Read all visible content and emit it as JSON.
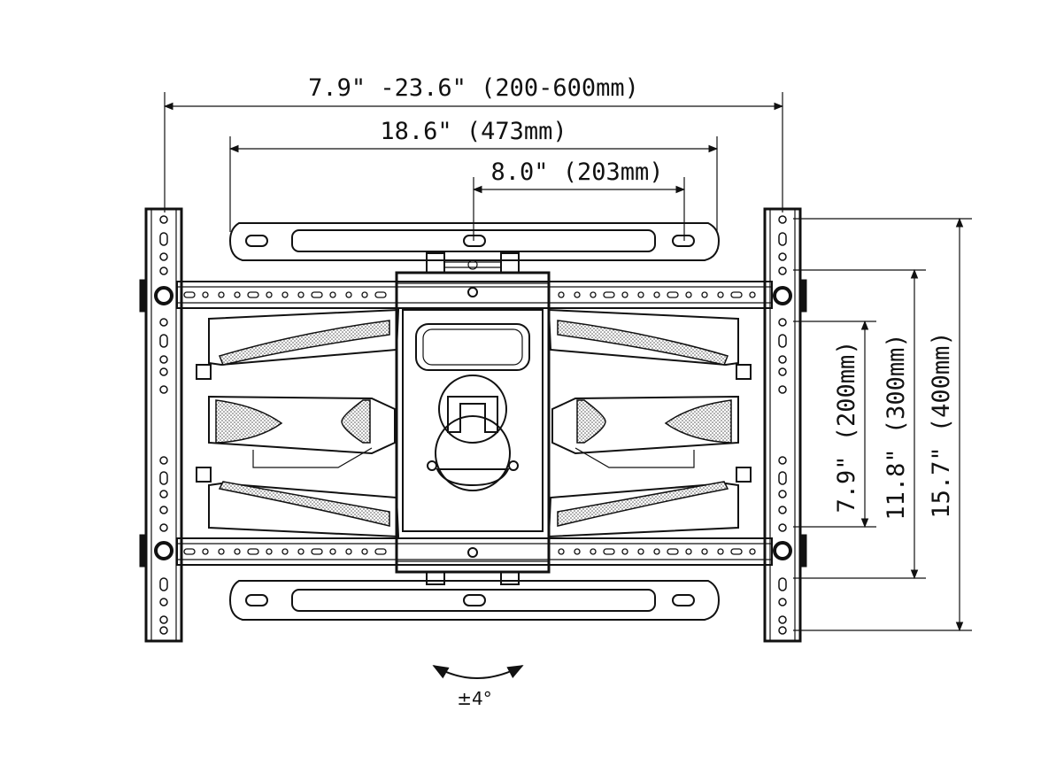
{
  "dimensions": {
    "overall_width": "7.9\" -23.6\" (200-600mm)",
    "rail_width": "18.6\" (473mm)",
    "hole_spacing": "8.0\" (203mm)",
    "vertical_200": "7.9\" (200mm)",
    "vertical_300": "11.8\" (300mm)",
    "vertical_400": "15.7\" (400mm)"
  },
  "tilt": {
    "label": "±4°"
  },
  "colors": {
    "line": "#111111",
    "background": "#ffffff",
    "hatch": "#555555"
  }
}
